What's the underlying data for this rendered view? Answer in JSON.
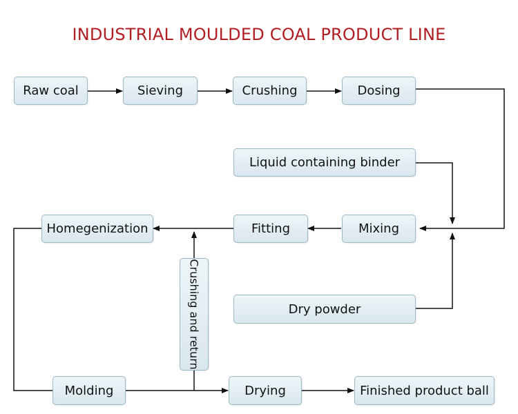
{
  "title": "INDUSTRIAL MOULDED COAL PRODUCT LINE",
  "nodes": {
    "raw_coal": "Raw coal",
    "sieving": "Sieving",
    "crushing": "Crushing",
    "dosing": "Dosing",
    "liquid_binder": "Liquid containing binder",
    "mixing": "Mixing",
    "fitting": "Fitting",
    "homegenization": "Homegenization",
    "dry_powder": "Dry powder",
    "crushing_return": "Crushing and return",
    "molding": "Molding",
    "drying": "Drying",
    "finished_ball": "Finished product ball"
  },
  "colors": {
    "title": "#b01d22",
    "line": "#111111",
    "box_border": "#9bb8c6"
  }
}
